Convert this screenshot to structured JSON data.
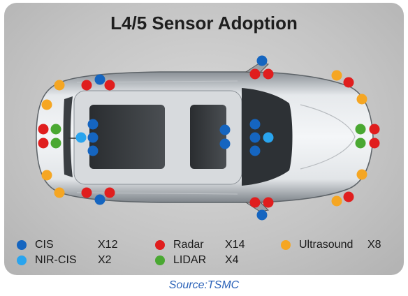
{
  "title": "L4/5 Sensor Adoption",
  "source": "Source:TSMC",
  "colors": {
    "cis": "#1565c0",
    "nir_cis": "#29a4ee",
    "radar": "#e01e1e",
    "lidar": "#4aa832",
    "ultrasound": "#f5a623"
  },
  "legend": [
    {
      "key": "cis",
      "label": "CIS",
      "count": "X12"
    },
    {
      "key": "nir_cis",
      "label": "NIR-CIS",
      "count": "X2"
    },
    {
      "key": "radar",
      "label": "Radar",
      "count": "X14"
    },
    {
      "key": "lidar",
      "label": "LIDAR",
      "count": "X4"
    },
    {
      "key": "ultrasound",
      "label": "Ultrasound",
      "count": "X8"
    }
  ]
}
